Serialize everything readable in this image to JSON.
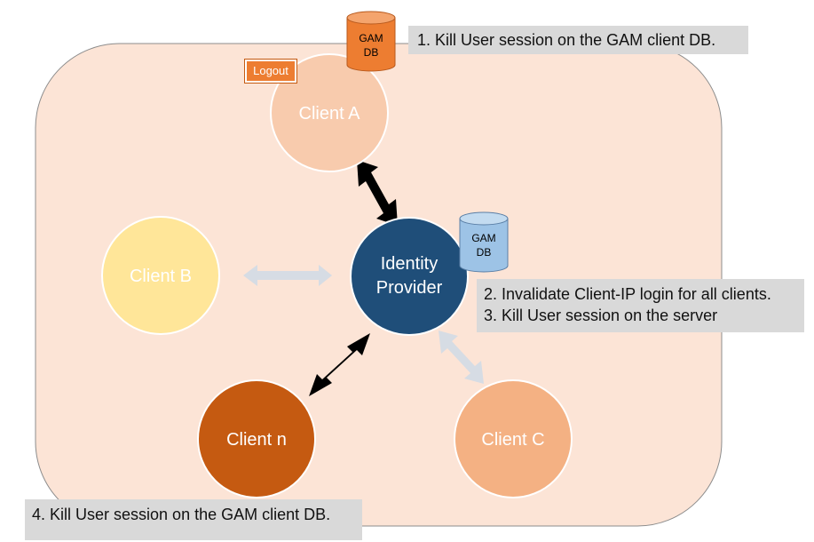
{
  "nodes": {
    "client_a": {
      "label": "Client A"
    },
    "client_b": {
      "label": "Client B"
    },
    "client_c": {
      "label": "Client C"
    },
    "client_n": {
      "label": "Client n"
    },
    "identity_provider": {
      "label_line1": "Identity",
      "label_line2": "Provider"
    }
  },
  "databases": {
    "client_db": {
      "line1": "GAM",
      "line2": "DB"
    },
    "server_db": {
      "line1": "GAM",
      "line2": "DB"
    }
  },
  "buttons": {
    "logout": "Logout"
  },
  "notes": {
    "step1": "1. Kill User session on the GAM client DB.",
    "step2": "2. Invalidate Client-IP login for all clients.",
    "step3": "3. Kill User session on the server",
    "step4": "4. Kill User session on the GAM client DB."
  },
  "colors": {
    "background": "#fce4d6",
    "client_a": "#f8cbad",
    "client_b": "#ffe699",
    "client_c": "#f4b183",
    "client_n": "#c55a11",
    "identity_provider": "#1f4e79",
    "client_db": "#ed7d31",
    "server_db": "#9dc3e6",
    "active_arrow": "#000000",
    "inactive_arrow": "#d6dce4",
    "note_background": "#d9d9d9"
  }
}
